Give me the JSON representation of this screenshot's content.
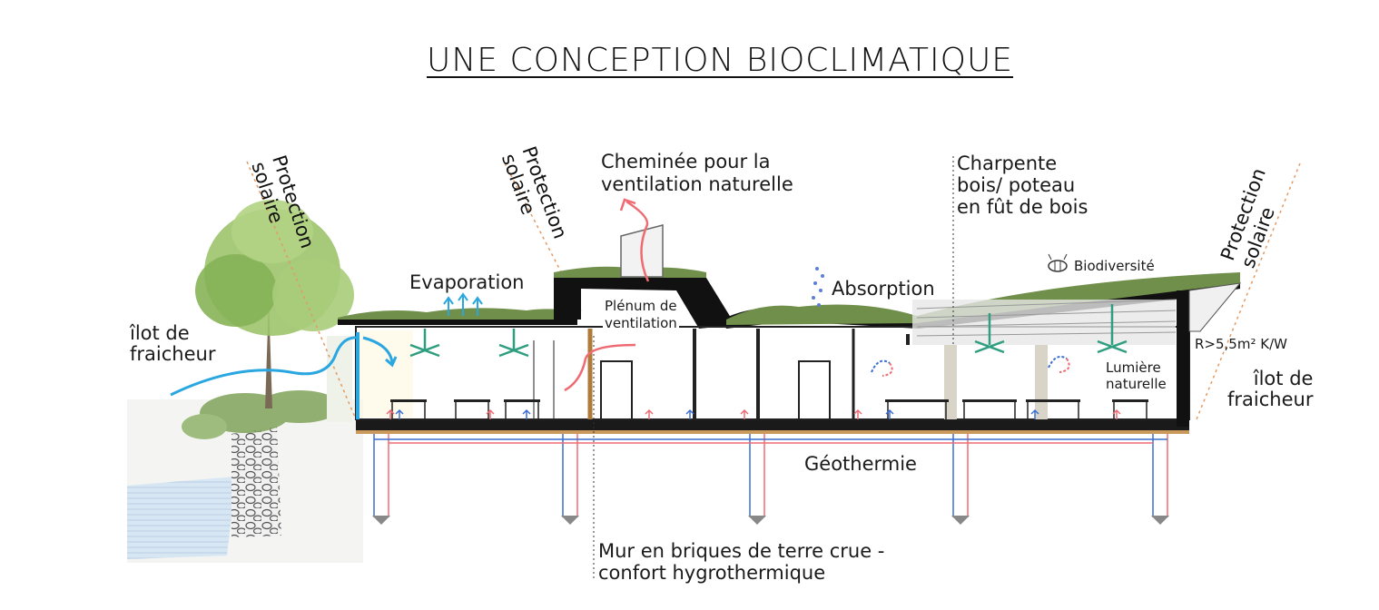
{
  "title": "UNE CONCEPTION BIOCLIMATIQUE",
  "labels": {
    "protection1": "Protection solaire",
    "protection2": "Protection solaire",
    "protection3": "Protection solaire",
    "cheminee_line1": "Cheminée pour la",
    "cheminee_line2": "ventilation naturelle",
    "charpente_line1": "Charpente",
    "charpente_line2": "bois/ poteau",
    "charpente_line3": "en fût de bois",
    "evaporation": "Evaporation",
    "absorption": "Absorption",
    "biodiversite": "Biodiversité",
    "ilot_left_line1": "îlot de",
    "ilot_left_line2": "fraicheur",
    "ilot_right_line1": "îlot de",
    "ilot_right_line2": "fraicheur",
    "plenum_line1": "Plénum de",
    "plenum_line2": "ventilation",
    "resistance": "R>5,5m² K/W",
    "lumiere_line1": "Lumière",
    "lumiere_line2": "naturelle",
    "geothermie": "Géothermie",
    "mur_line1": "Mur en briques de terre crue -",
    "mur_line2": "confort hygrothermique"
  },
  "colors": {
    "roof_green": "#6f8f4a",
    "structure": "#111111",
    "warm_air": "#ef6b73",
    "cold_air": "#3b6fd1",
    "fresh_flow": "#2aa6e0",
    "fan": "#2f9e7f",
    "water": "#cfe0ef",
    "sun_line": "#e39a63"
  },
  "icons": [
    "tree-icon",
    "bee-icon",
    "fan-icon",
    "rain-drops-icon",
    "chair-icon",
    "cold-air-arrow-icon",
    "warm-air-arrow-icon"
  ]
}
